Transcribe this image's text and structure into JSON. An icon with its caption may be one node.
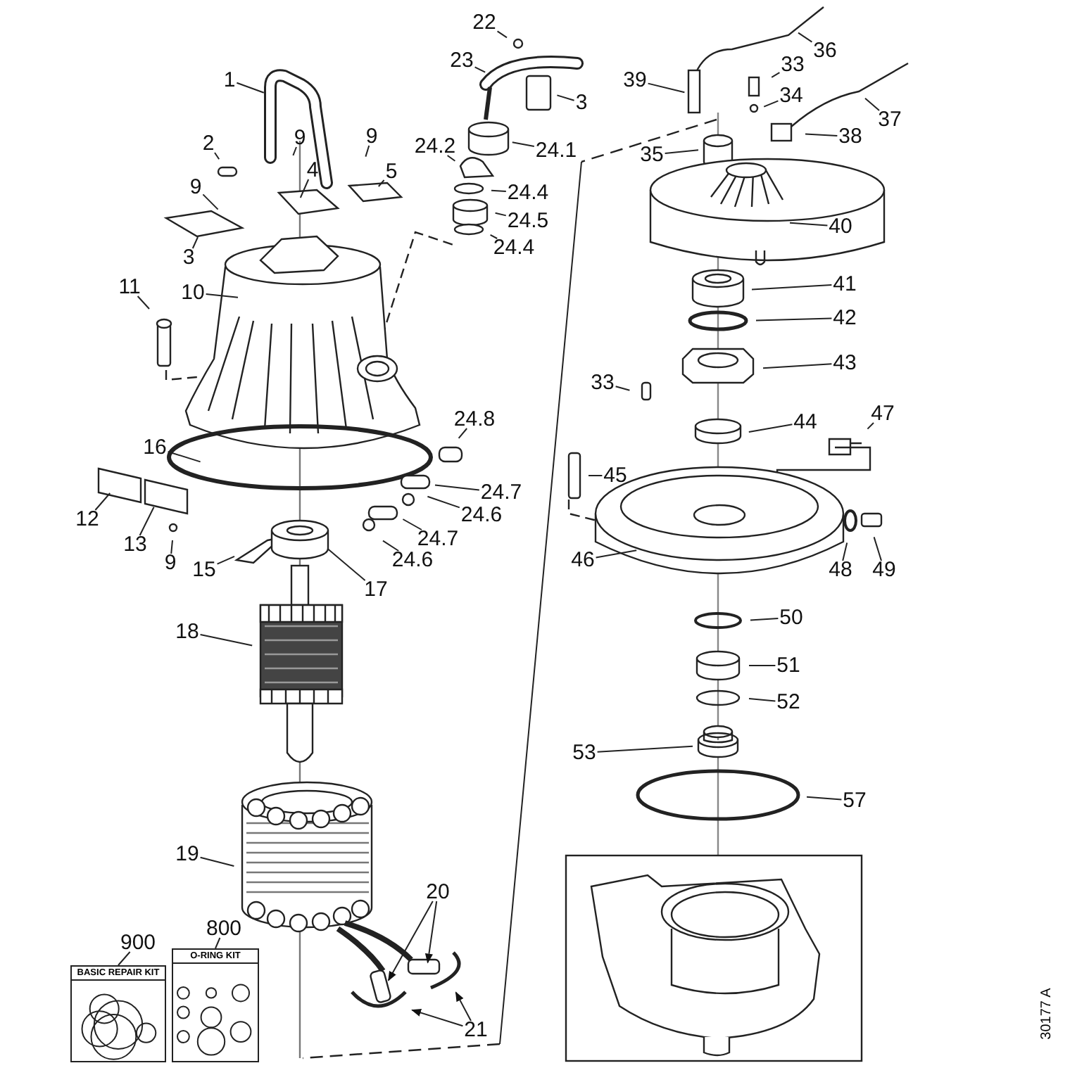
{
  "diagram": {
    "nodes": [
      {
        "text": [
          "1"
        ]
      },
      {
        "text": [
          "22"
        ]
      },
      {
        "text": [
          "23"
        ]
      },
      {
        "text": [
          "3"
        ]
      },
      {
        "text": [
          "9"
        ]
      },
      {
        "text": [
          "9"
        ]
      },
      {
        "text": [
          "2"
        ]
      },
      {
        "text": [
          "4"
        ]
      },
      {
        "text": [
          "5"
        ]
      },
      {
        "text": [
          "24.2"
        ]
      },
      {
        "text": [
          "24.1"
        ]
      },
      {
        "text": [
          "9"
        ]
      },
      {
        "text": [
          "24.4"
        ]
      },
      {
        "text": [
          "24.5"
        ]
      },
      {
        "text": [
          "3"
        ]
      },
      {
        "text": [
          "24.4"
        ]
      },
      {
        "text": [
          "11"
        ]
      },
      {
        "text": [
          "10"
        ]
      },
      {
        "text": [
          "24.8"
        ]
      },
      {
        "text": [
          "16"
        ]
      },
      {
        "text": [
          "12"
        ]
      },
      {
        "text": [
          "13"
        ]
      },
      {
        "text": [
          "24.7"
        ]
      },
      {
        "text": [
          "24.6"
        ]
      },
      {
        "text": [
          "9"
        ]
      },
      {
        "text": [
          "24.7"
        ]
      },
      {
        "text": [
          "15"
        ]
      },
      {
        "text": [
          "24.6"
        ]
      },
      {
        "text": [
          "17"
        ]
      },
      {
        "text": [
          "18"
        ]
      },
      {
        "text": [
          "19"
        ]
      },
      {
        "text": [
          "20"
        ]
      },
      {
        "text": [
          "21"
        ]
      },
      {
        "text": [
          "900"
        ]
      },
      {
        "text": [
          "800"
        ]
      },
      {
        "text": [
          "BASIC REPAIR KIT"
        ]
      },
      {
        "text": [
          "O-RING KIT"
        ]
      },
      {
        "text": [
          "39"
        ]
      },
      {
        "text": [
          "36"
        ]
      },
      {
        "text": [
          "33"
        ]
      },
      {
        "text": [
          "34"
        ]
      },
      {
        "text": [
          "37"
        ]
      },
      {
        "text": [
          "38"
        ]
      },
      {
        "text": [
          "35"
        ]
      },
      {
        "text": [
          "40"
        ]
      },
      {
        "text": [
          "41"
        ]
      },
      {
        "text": [
          "42"
        ]
      },
      {
        "text": [
          "43"
        ]
      },
      {
        "text": [
          "33"
        ]
      },
      {
        "text": [
          "44"
        ]
      },
      {
        "text": [
          "47"
        ]
      },
      {
        "text": [
          "45"
        ]
      },
      {
        "text": [
          "46"
        ]
      },
      {
        "text": [
          "48"
        ]
      },
      {
        "text": [
          "49"
        ]
      },
      {
        "text": [
          "50"
        ]
      },
      {
        "text": [
          "51"
        ]
      },
      {
        "text": [
          "52"
        ]
      },
      {
        "text": [
          "53"
        ]
      },
      {
        "text": [
          "57"
        ]
      }
    ],
    "edges": [
      {
        "from": 0,
        "to": null,
        "arrow": "none"
      },
      {
        "from": 1,
        "to": null,
        "arrow": "none"
      },
      {
        "from": 2,
        "to": null,
        "arrow": "none"
      },
      {
        "from": 3,
        "to": null,
        "arrow": "none"
      },
      {
        "from": 4,
        "to": null,
        "arrow": "none"
      },
      {
        "from": 5,
        "to": null,
        "arrow": "none"
      },
      {
        "from": 6,
        "to": null,
        "arrow": "none"
      },
      {
        "from": 7,
        "to": null,
        "arrow": "none"
      },
      {
        "from": 8,
        "to": null,
        "arrow": "none"
      },
      {
        "from": 9,
        "to": null,
        "arrow": "none"
      },
      {
        "from": 10,
        "to": null,
        "arrow": "none"
      },
      {
        "from": 11,
        "to": null,
        "arrow": "none"
      },
      {
        "from": 12,
        "to": null,
        "arrow": "none"
      },
      {
        "from": 13,
        "to": null,
        "arrow": "none"
      },
      {
        "from": 14,
        "to": null,
        "arrow": "none"
      },
      {
        "from": 15,
        "to": null,
        "arrow": "none"
      },
      {
        "from": 16,
        "to": null,
        "arrow": "none"
      },
      {
        "from": 17,
        "to": null,
        "arrow": "none"
      },
      {
        "from": 18,
        "to": null,
        "arrow": "none"
      },
      {
        "from": 19,
        "to": null,
        "arrow": "none"
      },
      {
        "from": 20,
        "to": null,
        "arrow": "none"
      },
      {
        "from": 21,
        "to": null,
        "arrow": "none"
      },
      {
        "from": 22,
        "to": null,
        "arrow": "none"
      },
      {
        "from": 23,
        "to": null,
        "arrow": "none"
      },
      {
        "from": 24,
        "to": null,
        "arrow": "none"
      },
      {
        "from": 25,
        "to": null,
        "arrow": "none"
      },
      {
        "from": 26,
        "to": null,
        "arrow": "none"
      },
      {
        "from": 27,
        "to": null,
        "arrow": "none"
      },
      {
        "from": 28,
        "to": null,
        "arrow": "none"
      },
      {
        "from": 29,
        "to": null,
        "arrow": "none"
      },
      {
        "from": 30,
        "to": null,
        "arrow": "none"
      },
      {
        "from": 31,
        "to": null,
        "arrow": "to"
      },
      {
        "from": 31,
        "to": null,
        "arrow": "to"
      },
      {
        "from": 32,
        "to": null,
        "arrow": "to"
      },
      {
        "from": 32,
        "to": null,
        "arrow": "to"
      },
      {
        "from": 33,
        "to": 35,
        "arrow": "none"
      },
      {
        "from": 34,
        "to": 36,
        "arrow": "none"
      },
      {
        "from": 37,
        "to": null,
        "arrow": "none"
      },
      {
        "from": 38,
        "to": null,
        "arrow": "none"
      },
      {
        "from": 39,
        "to": null,
        "arrow": "none"
      },
      {
        "from": 40,
        "to": null,
        "arrow": "none"
      },
      {
        "from": 41,
        "to": null,
        "arrow": "none"
      },
      {
        "from": 42,
        "to": null,
        "arrow": "none"
      },
      {
        "from": 43,
        "to": null,
        "arrow": "none"
      },
      {
        "from": 44,
        "to": null,
        "arrow": "none"
      },
      {
        "from": 45,
        "to": null,
        "arrow": "none"
      },
      {
        "from": 46,
        "to": null,
        "arrow": "none"
      },
      {
        "from": 47,
        "to": null,
        "arrow": "none"
      },
      {
        "from": 48,
        "to": null,
        "arrow": "none"
      },
      {
        "from": 49,
        "to": null,
        "arrow": "none"
      },
      {
        "from": 50,
        "to": null,
        "arrow": "none"
      },
      {
        "from": 51,
        "to": null,
        "arrow": "none"
      },
      {
        "from": 52,
        "to": null,
        "arrow": "none"
      },
      {
        "from": 53,
        "to": null,
        "arrow": "none"
      },
      {
        "from": 54,
        "to": null,
        "arrow": "none"
      },
      {
        "from": 55,
        "to": null,
        "arrow": "none"
      },
      {
        "from": 56,
        "to": null,
        "arrow": "none"
      },
      {
        "from": 57,
        "to": null,
        "arrow": "none"
      },
      {
        "from": 58,
        "to": null,
        "arrow": "none"
      },
      {
        "from": 59,
        "to": null,
        "arrow": "none"
      }
    ],
    "labels": [
      "30177 A"
    ]
  }
}
